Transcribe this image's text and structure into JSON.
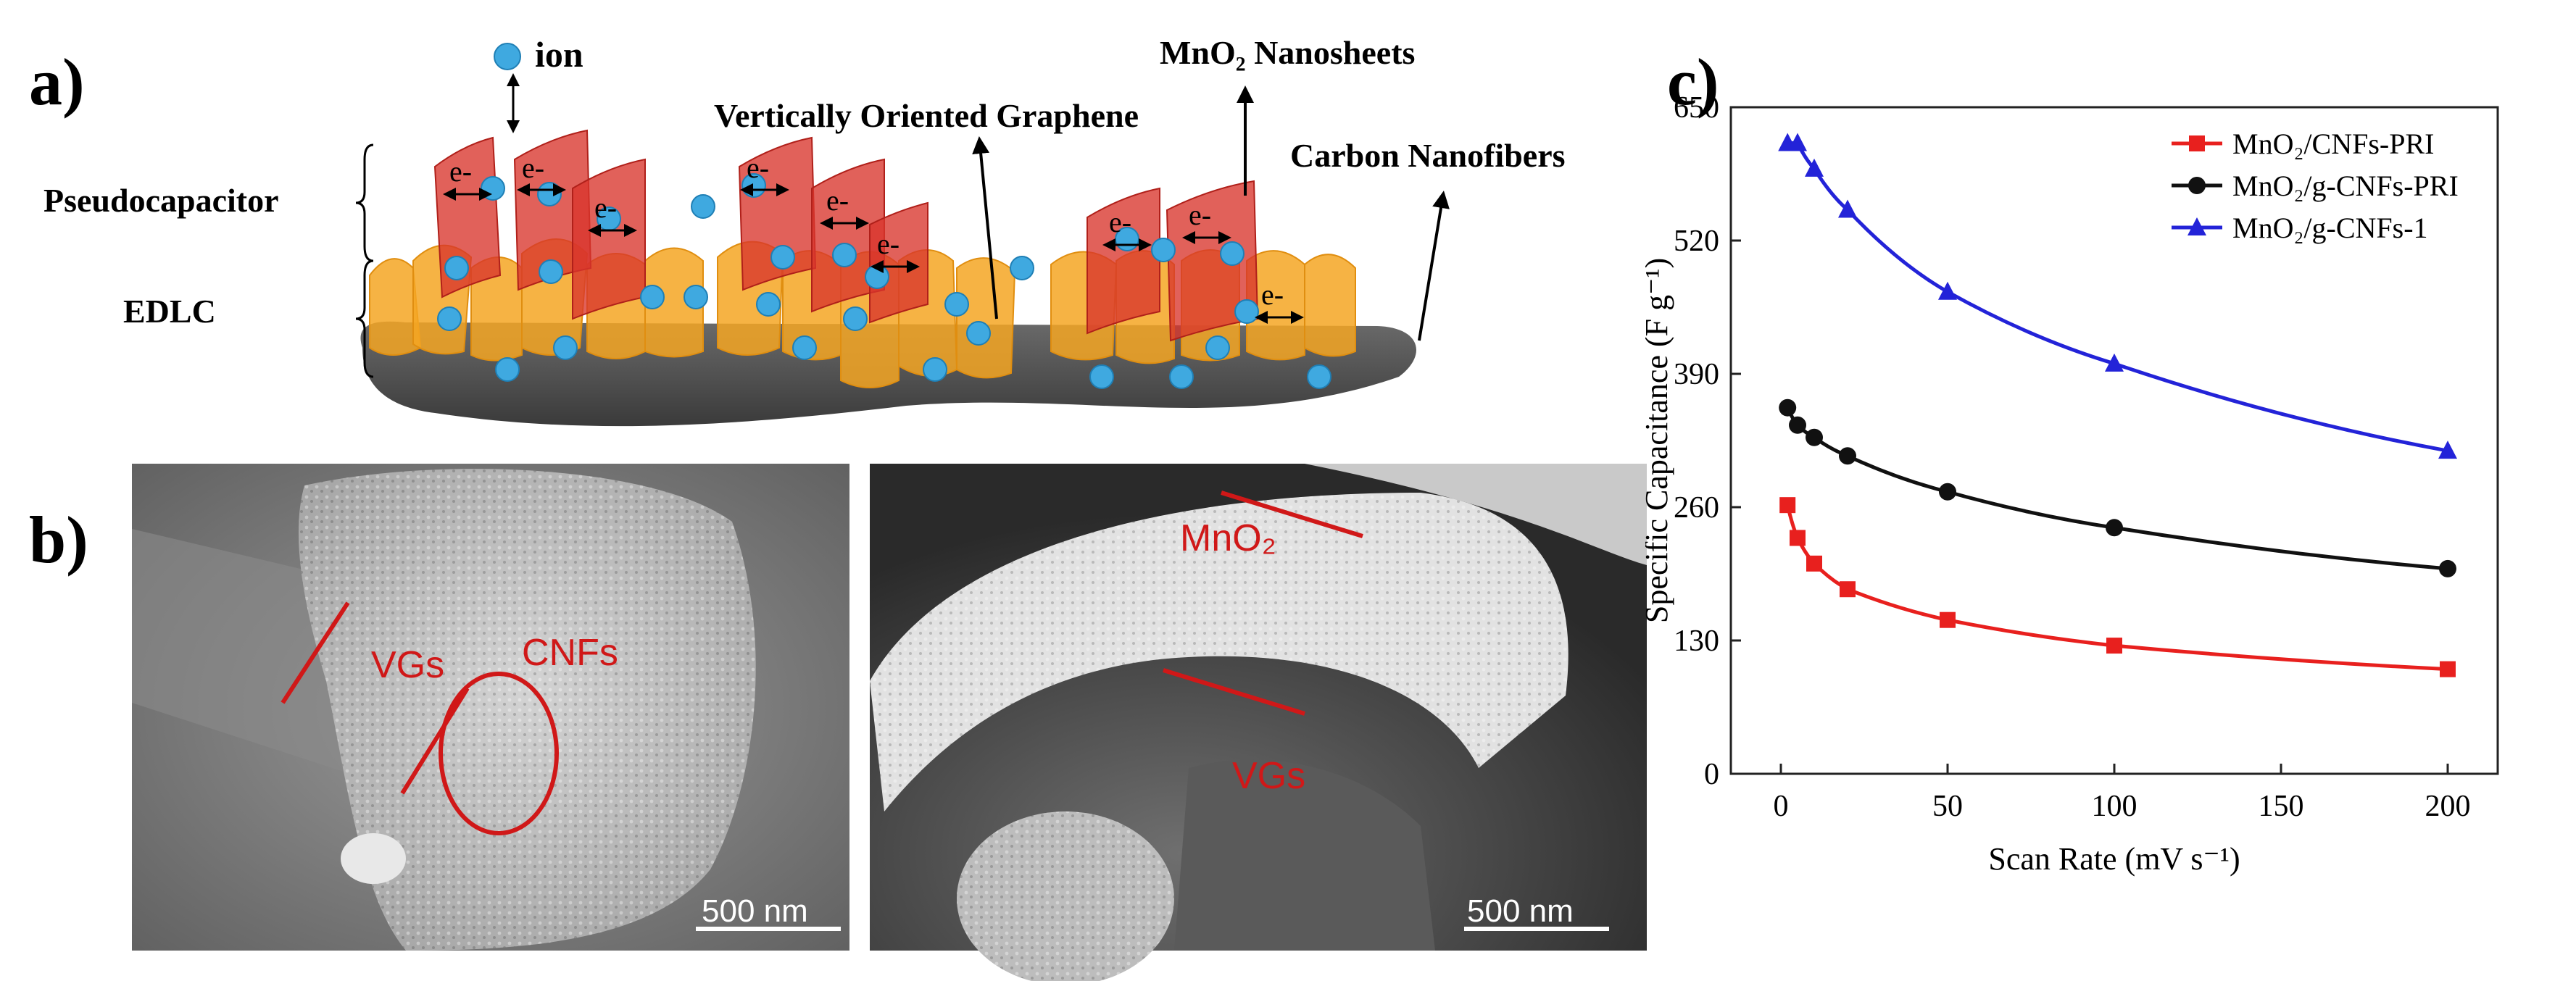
{
  "panel_a": {
    "label": "a)",
    "ion_label": "ion",
    "electron": "e-",
    "labels": {
      "mno2": "MnO₂ Nanosheets",
      "vog": "Vertically Oriented Graphene",
      "cnf": "Carbon Nanofibers",
      "pseudo": "Pseudocapacitor",
      "edlc": "EDLC"
    },
    "colors": {
      "graphene": "#f5a623",
      "nanosheet": "#d9342b",
      "ion": "#3fa9e0",
      "fiber": "#555555"
    }
  },
  "panel_b": {
    "label": "b)",
    "left": {
      "vgs": "VGs",
      "cnfs": "CNFs",
      "scale": "500 nm"
    },
    "right": {
      "mno2": "MnO₂",
      "vgs": "VGs",
      "scale": "500 nm"
    },
    "annotation_color": "#d01818"
  },
  "panel_c": {
    "label": "c)"
  },
  "chart_data": {
    "type": "line",
    "xlabel": "Scan Rate (mV s⁻¹)",
    "ylabel": "Specific Capacitance (F g⁻¹)",
    "xlim": [
      -15,
      215
    ],
    "ylim": [
      0,
      650
    ],
    "xticks": [
      0,
      50,
      100,
      150,
      200
    ],
    "yticks": [
      0,
      130,
      260,
      390,
      520,
      650
    ],
    "legend_position": "top-right",
    "series": [
      {
        "name": "MnO₂/CNFs-PRI",
        "color": "#e8201e",
        "marker": "square",
        "x": [
          2,
          5,
          10,
          20,
          50,
          100,
          200
        ],
        "y": [
          262,
          230,
          205,
          180,
          150,
          125,
          102
        ]
      },
      {
        "name": "MnO₂/g-CNFs-PRI",
        "color": "#111111",
        "marker": "circle",
        "x": [
          2,
          5,
          10,
          20,
          50,
          100,
          200
        ],
        "y": [
          357,
          340,
          328,
          310,
          275,
          240,
          200
        ]
      },
      {
        "name": "MnO₂/g-CNFs-1",
        "color": "#2323d8",
        "marker": "triangle",
        "x": [
          2,
          5,
          10,
          20,
          50,
          100,
          200
        ],
        "y": [
          615,
          615,
          590,
          550,
          470,
          400,
          315
        ]
      }
    ]
  }
}
